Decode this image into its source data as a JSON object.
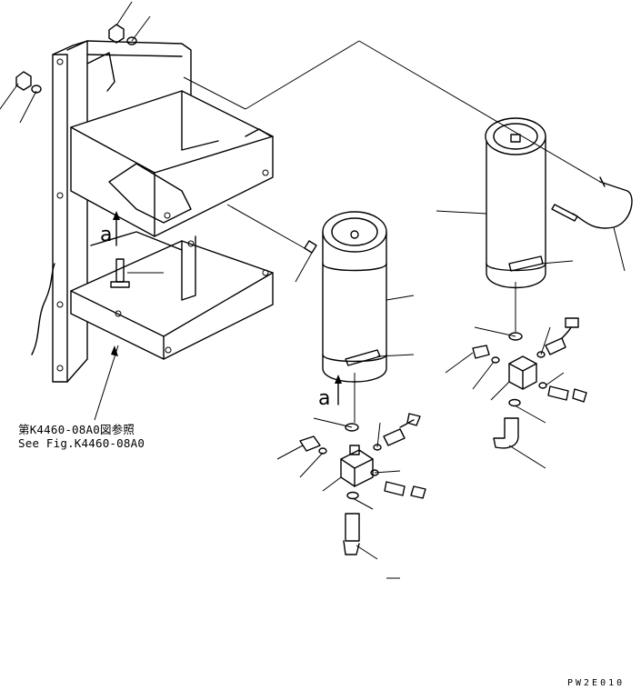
{
  "reference_note": {
    "line_jp": "第K4460-08A0図参照",
    "line_en": "See Fig.K4460-08A0"
  },
  "view_marks": {
    "upper": "a",
    "lower": "a"
  },
  "drawing_code": "PW2E010"
}
